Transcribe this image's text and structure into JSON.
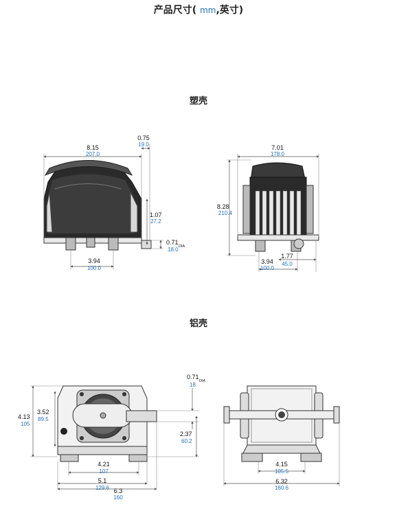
{
  "title": {
    "prefix": "产品尺寸(",
    "unit_mm": "mm",
    "suffix": ",英寸)"
  },
  "plastic": {
    "heading": "塑壳",
    "front": {
      "width_in": "8.15",
      "width_mm": "207.0",
      "outlet_off_in": "0.75",
      "outlet_off_mm": "19.0",
      "outlet_h_in": "1.07",
      "outlet_h_mm": "27.2",
      "outlet_dia_in": "0.71",
      "outlet_dia_mm": "18.0",
      "dia_label": "DIA",
      "feet_in": "3.94",
      "feet_mm": "100.0"
    },
    "side": {
      "width_in": "7.01",
      "width_mm": "178.0",
      "height_in": "8.28",
      "height_mm": "210.4",
      "feet_in": "3.94",
      "feet_mm": "100.0",
      "outlet_in": "1.77",
      "outlet_mm": "45.0"
    }
  },
  "aluminum": {
    "heading": "铝壳",
    "top": {
      "dia_in": "0.71",
      "dia_label": "DIA",
      "dia_mm": "18",
      "depth_in": "4.13",
      "depth_mm": "105",
      "body_in": "3.52",
      "body_mm": "89.5",
      "outlet_in": "2.37",
      "outlet_mm": "60.2",
      "feet_in": "4.21",
      "feet_mm": "107",
      "base_in": "5.1",
      "base_mm": "129.6",
      "total_in": "6.3",
      "total_mm": "160"
    },
    "front": {
      "feet_in": "4.15",
      "feet_mm": "105.5",
      "total_in": "6.32",
      "total_mm": "160.6"
    }
  }
}
